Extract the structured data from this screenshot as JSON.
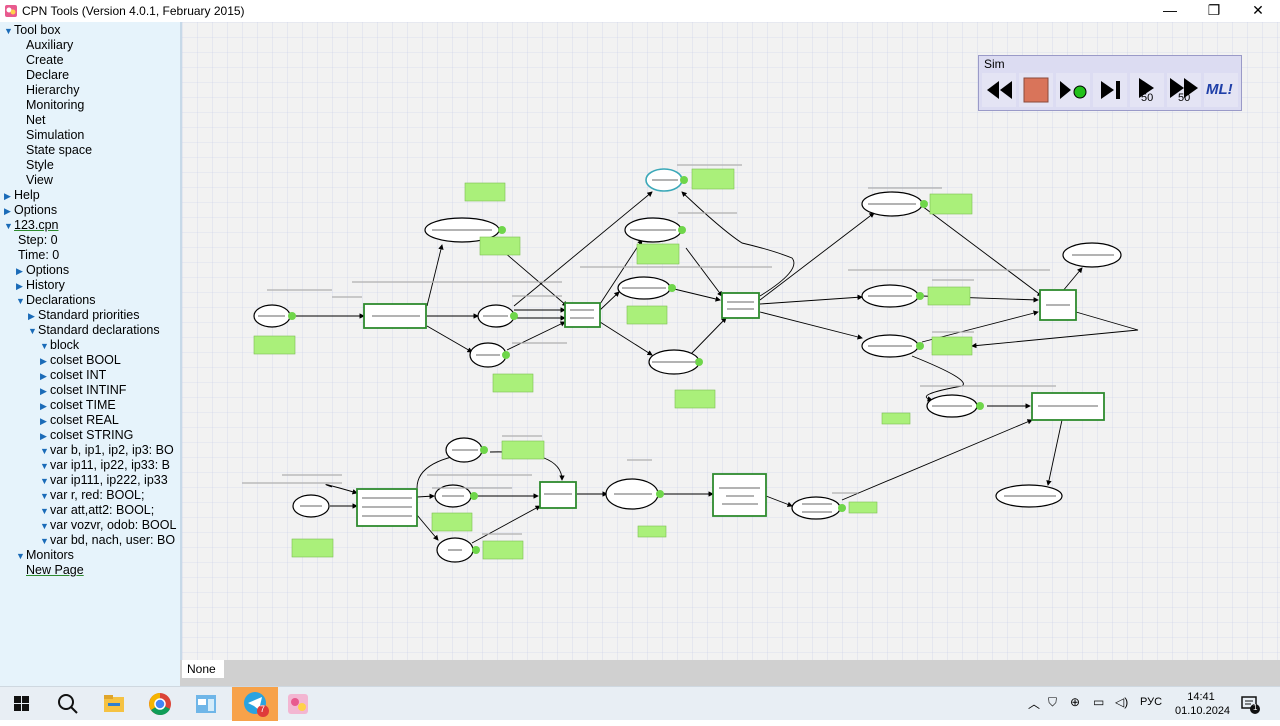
{
  "window": {
    "title": "CPN Tools (Version 4.0.1, February 2015)",
    "minimize": "—",
    "maximize": "❐",
    "close": "✕"
  },
  "sidebar": {
    "items": [
      {
        "label": "Tool box",
        "arrow": "▼",
        "indent": 0
      },
      {
        "label": "Auxiliary",
        "arrow": "",
        "indent": 1
      },
      {
        "label": "Create",
        "arrow": "",
        "indent": 1
      },
      {
        "label": "Declare",
        "arrow": "",
        "indent": 1
      },
      {
        "label": "Hierarchy",
        "arrow": "",
        "indent": 1
      },
      {
        "label": "Monitoring",
        "arrow": "",
        "indent": 1
      },
      {
        "label": "Net",
        "arrow": "",
        "indent": 1
      },
      {
        "label": "Simulation",
        "arrow": "",
        "indent": 1
      },
      {
        "label": "State space",
        "arrow": "",
        "indent": 1
      },
      {
        "label": "Style",
        "arrow": "",
        "indent": 1
      },
      {
        "label": "View",
        "arrow": "",
        "indent": 1
      },
      {
        "label": "Help",
        "arrow": "▶",
        "indent": 0
      },
      {
        "label": "Options",
        "arrow": "▶",
        "indent": 0
      },
      {
        "label": "123.cpn",
        "arrow": "▼",
        "indent": 0
      },
      {
        "label": "Step: 0",
        "arrow": "",
        "indent": 2
      },
      {
        "label": "Time: 0",
        "arrow": "",
        "indent": 2
      },
      {
        "label": "Options",
        "arrow": "▶",
        "indent": 1
      },
      {
        "label": "History",
        "arrow": "▶",
        "indent": 1
      },
      {
        "label": "Declarations",
        "arrow": "▼",
        "indent": 1
      },
      {
        "label": "Standard priorities",
        "arrow": "▶",
        "indent": 2
      },
      {
        "label": "Standard declarations",
        "arrow": "▼",
        "indent": 2
      },
      {
        "label": "block",
        "arrow": "▼",
        "indent": 3
      },
      {
        "label": "colset BOOL",
        "arrow": "▶",
        "indent": 3
      },
      {
        "label": "colset INT",
        "arrow": "▶",
        "indent": 3
      },
      {
        "label": "colset INTINF",
        "arrow": "▶",
        "indent": 3
      },
      {
        "label": "colset TIME",
        "arrow": "▶",
        "indent": 3
      },
      {
        "label": "colset REAL",
        "arrow": "▶",
        "indent": 3
      },
      {
        "label": "colset STRING",
        "arrow": "▶",
        "indent": 3
      },
      {
        "label": "var b, ip1, ip2, ip3: BO",
        "arrow": "▼",
        "indent": 3
      },
      {
        "label": "var ip11, ip22, ip33: B",
        "arrow": "▼",
        "indent": 3
      },
      {
        "label": "var ip111, ip222, ip33",
        "arrow": "▼",
        "indent": 3
      },
      {
        "label": "var r, red: BOOL;",
        "arrow": "▼",
        "indent": 3
      },
      {
        "label": "var att,att2: BOOL;",
        "arrow": "▼",
        "indent": 3
      },
      {
        "label": "var vozvr, odob: BOOL",
        "arrow": "▼",
        "indent": 3
      },
      {
        "label": "var bd, nach, user: BO",
        "arrow": "▼",
        "indent": 3
      },
      {
        "label": "Monitors",
        "arrow": "▼",
        "indent": 1
      },
      {
        "label": "New Page",
        "arrow": "",
        "indent": 1
      }
    ]
  },
  "tabs": {
    "none_label": "None"
  },
  "sim": {
    "label": "Sim",
    "step_count": "50",
    "step_count_2": "50",
    "ml_label": "ML!"
  },
  "taskbar": {
    "lang": "РУС",
    "time": "14:41",
    "date": "01.10.2024",
    "notif_count": "1",
    "telegram_badge": "7"
  },
  "colors": {
    "accent": "#1a6bb8",
    "token": "#aaf07a",
    "transition_border": "#2e8b2e",
    "sim_stop": "#d9745a"
  }
}
